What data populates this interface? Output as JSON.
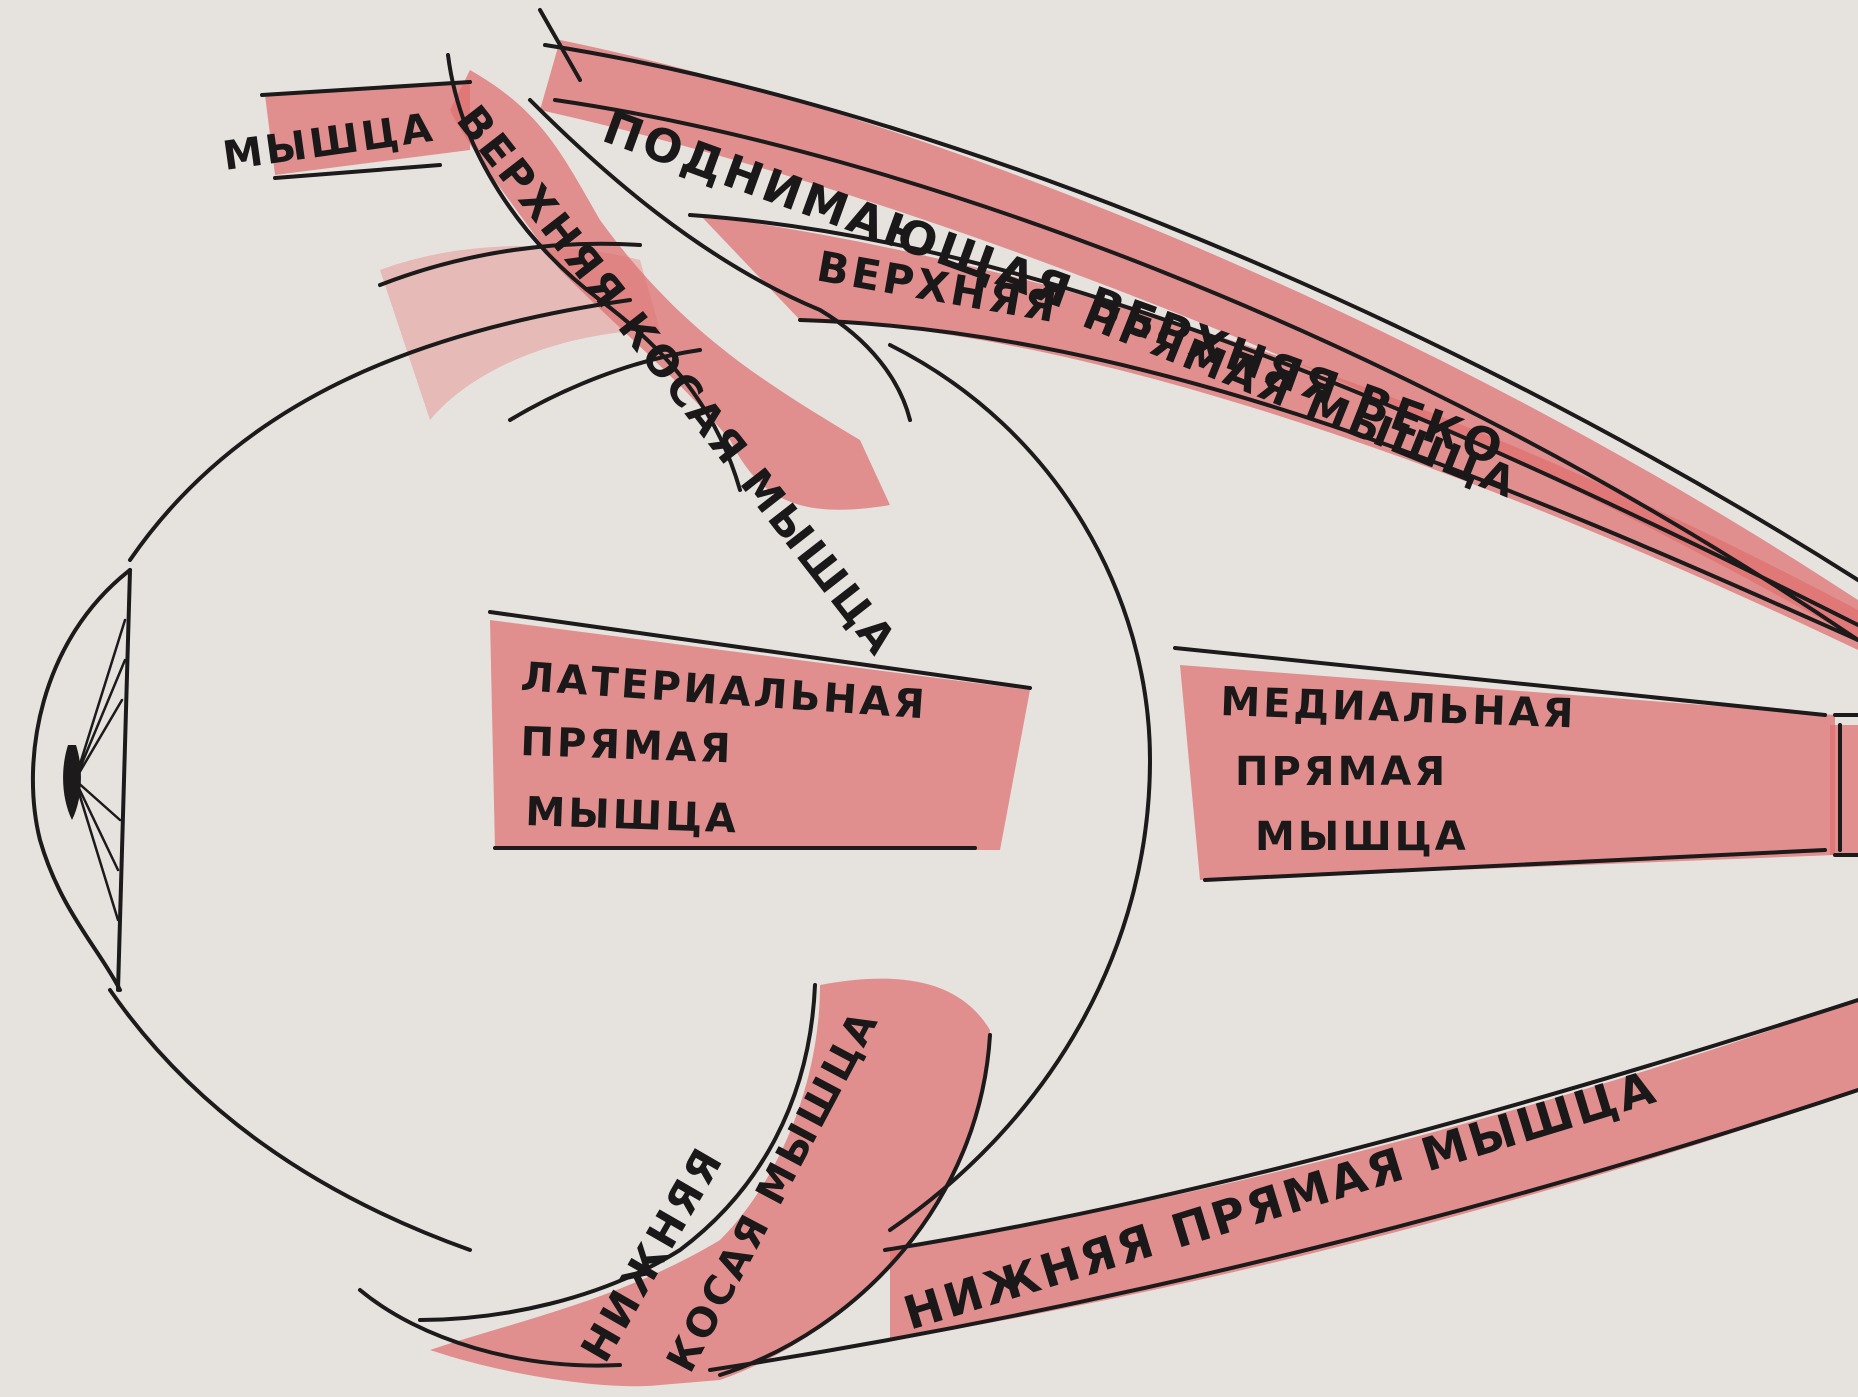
{
  "colors": {
    "paper": "#e6e3df",
    "ink": "#1c1a1a",
    "muscle_red": "#de6f6f"
  },
  "labels": {
    "muscle_word": "МЫШЦА",
    "levator": "ПОДНИМАЮЩАЯ ВЕРХНЯЯ ВЕКО",
    "superior_oblique": "ВЕРХНЯЯ КОСАЯ МЫШЦА",
    "superior_rectus_1": "ВЕРХНЯЯ",
    "superior_rectus_2": "ПРЯМАЯ МЫШЦА",
    "lateral_rectus_1": "ЛАТЕРИАЛЬНАЯ",
    "lateral_rectus_2": "ПРЯМАЯ",
    "lateral_rectus_3": "МЫШЦА",
    "medial_rectus_1": "МЕДИАЛЬНАЯ",
    "medial_rectus_2": "ПРЯМАЯ",
    "medial_rectus_3": "МЫШЦА",
    "inferior_oblique_1": "НИЖНЯЯ",
    "inferior_oblique_2": "КОСАЯ МЫШЦА",
    "inferior_rectus": "НИЖНЯЯ ПРЯМАЯ МЫШЦА"
  }
}
